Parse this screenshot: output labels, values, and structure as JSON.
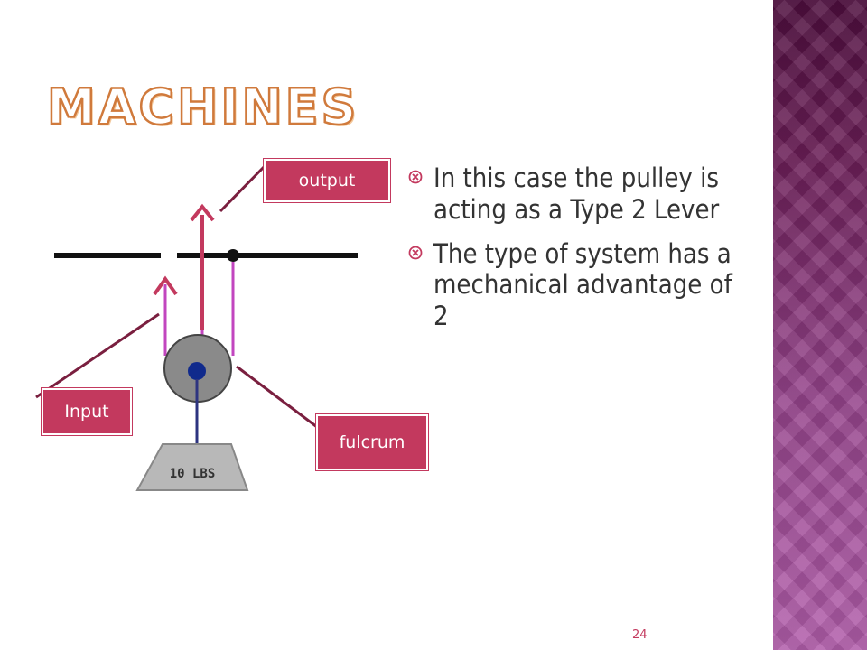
{
  "slide": {
    "title": "MACHINES",
    "bullets": [
      "In this case the pulley is acting as a Type 2 Lever",
      "The type of system has a mechanical advantage of 2"
    ],
    "page_number": "24"
  },
  "diagram": {
    "labels": {
      "output": "output",
      "input": "Input",
      "fulcrum": "fulcrum"
    },
    "weight_label": "10 LBS"
  },
  "colors": {
    "accent": "#c3395e",
    "title_outline": "#d07a3c",
    "rope": "#c246bf",
    "pulley": "#888888",
    "axle": "#102a8c",
    "sidebar": "#7a2a6c"
  }
}
